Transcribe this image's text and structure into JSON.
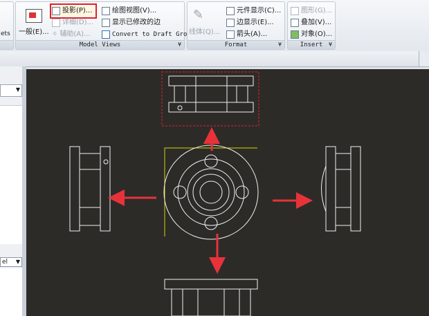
{
  "ribbon": {
    "sheets_partial": "ets",
    "model_views": {
      "title": "Model Views",
      "general": "一般(E)...",
      "projection": "投影(P)...",
      "detail": "详细(D)...",
      "auxiliary": "辅助(A)...",
      "drawing_view": "绘图视图(V)...",
      "show_modified_edges": "显示已修改的边",
      "convert": "Convert to Draft Group"
    },
    "format": {
      "title": "Format",
      "hatch": "线体(Q)...",
      "component_display": "元件显示(C)...",
      "edge_display": "边显示(E)...",
      "arrow": "箭头(A)..."
    },
    "insert": {
      "title": "Insert",
      "graphic": "图形(G)...",
      "overlay": "叠加(V)...",
      "object": "对象(O)..."
    }
  },
  "left_panel": {
    "dropdown_partial": "el"
  },
  "colors": {
    "canvas": "#2d2b28",
    "highlight": "#e0202a",
    "arrow": "#e8323a",
    "lines": "#f2f2f2",
    "selection": "#d4d400"
  }
}
